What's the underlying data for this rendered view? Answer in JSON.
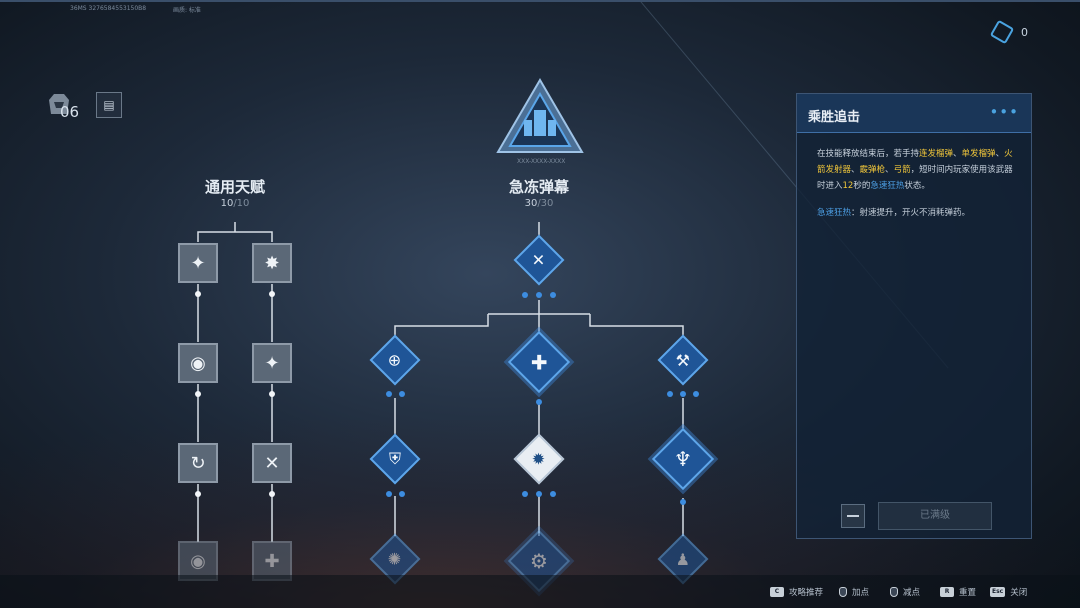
{
  "hud": {
    "top_left_id": "36MS 3276584553150B8",
    "top_mid_text": "画质: 标准",
    "currency_value": "0",
    "level": "06",
    "emblem_caption": "XXX-XXXX-XXXX"
  },
  "trees": {
    "general": {
      "title": "通用天赋",
      "points": "10",
      "max": "/10"
    },
    "main": {
      "title": "急冻弹幕",
      "points": "30",
      "max": "/30"
    }
  },
  "nodes": {
    "g1": "shark-icon",
    "g2": "shatter-icon",
    "g3": "target-icon",
    "g4": "shark-icon",
    "g5": "spin-icon",
    "g6": "crossed-icon",
    "g7": "target-icon",
    "g8": "shield-plus-icon",
    "m_top": "crossed-shot-icon",
    "m_l1": "crosshair-icon",
    "m_c1": "hand-plus-icon",
    "m_r1": "tools-icon",
    "m_l2": "shield-icon",
    "m_c2": "fire-icon",
    "m_r2": "crystal-icon",
    "m_l3": "bomb-icon",
    "m_c3": "gear-icon",
    "m_r3": "figures-icon"
  },
  "panel": {
    "title": "乘胜追击",
    "desc_p1": "在技能释放结束后，若手持",
    "desc_w1": "连发榴弹",
    "desc_sep1": "、",
    "desc_w2": "单发榴弹",
    "desc_sep2": "、",
    "desc_w3": "火箭发射器",
    "desc_sep3": "、",
    "desc_w4": "霰弹枪",
    "desc_sep4": "、",
    "desc_w5": "弓箭",
    "desc_p2": "，短时间内玩家使用该武器时进入",
    "desc_num": "12",
    "desc_p3": "秒的",
    "desc_buff": "急速狂热",
    "desc_p4": "状态。",
    "effect_name": "急速狂热",
    "effect_text": "：射速提升，开火不消耗弹药。",
    "maxed_label": "已满级"
  },
  "hints": [
    {
      "key": "C",
      "label": "攻略推荐"
    },
    {
      "key": "mouse",
      "label": "加点"
    },
    {
      "key": "mouse",
      "label": "减点"
    },
    {
      "key": "R",
      "label": "重置"
    },
    {
      "key": "Esc",
      "label": "关闭"
    }
  ],
  "colors": {
    "accent": "#4aa3e0",
    "node_blue": "#1f5597",
    "highlight": "#f0c63a"
  }
}
